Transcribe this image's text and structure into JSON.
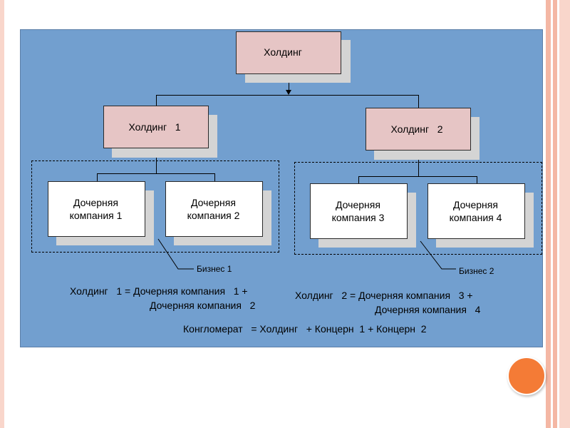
{
  "diagram": {
    "holding": "Холдинг",
    "holding1": "Холдинг   1",
    "holding2": "Холдинг   2",
    "sub1": "Дочерняя\nкомпания  1",
    "sub2": "Дочерняя\nкомпания  2",
    "sub3": "Дочерняя\nкомпания  3",
    "sub4": "Дочерняя\nкомпания  4",
    "business1": "Бизнес 1",
    "business2": "Бизнес 2",
    "formula1_line1": "Холдинг   1 = Дочерняя компания   1 +",
    "formula1_line2": "Дочерняя компания   2",
    "formula2_line1": "Холдинг   2 = Дочерняя компания   3 +",
    "formula2_line2": "Дочерняя компания   4",
    "conglomerate": "Конгломерат   = Холдинг   + Концерн  1 + Концерн  2"
  },
  "colors": {
    "panel": "#729fcf",
    "box_pink": "#e6c5c5",
    "shadow": "#d4d4d4",
    "accent_circle": "#f47b36",
    "side_stripes": "#f4b7a4"
  }
}
